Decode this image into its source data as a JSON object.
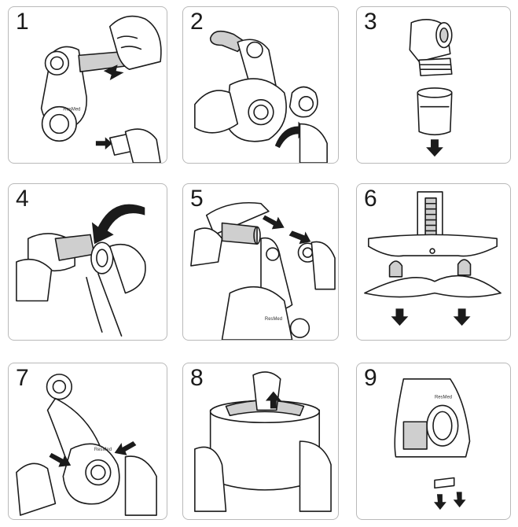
{
  "steps": [
    {
      "number": "1",
      "brand_mark": "ResMed"
    },
    {
      "number": "2"
    },
    {
      "number": "3"
    },
    {
      "number": "4"
    },
    {
      "number": "5",
      "brand_mark": "ResMed"
    },
    {
      "number": "6"
    },
    {
      "number": "7",
      "brand_mark": "ResMed"
    },
    {
      "number": "8"
    },
    {
      "number": "9",
      "brand_mark": "ResMed"
    }
  ],
  "icons": {
    "arrow": "black-arrow-icon",
    "hand": "hand-illustration"
  },
  "colors": {
    "border": "#b9b9b9",
    "ink": "#1b1b1b",
    "shade": "#cfcfcf"
  }
}
